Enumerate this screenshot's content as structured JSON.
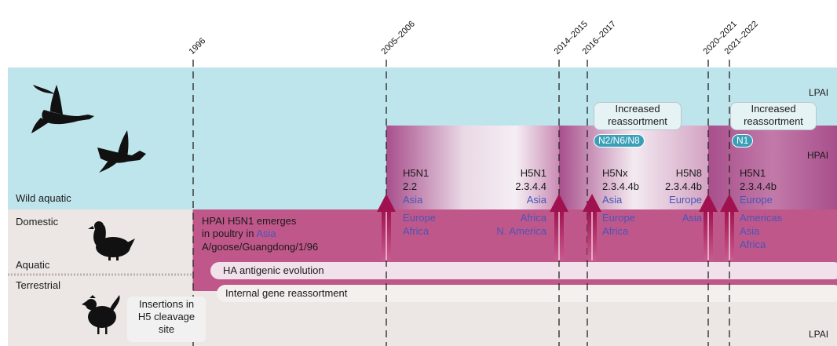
{
  "years": [
    "1996",
    "2005–2006",
    "2014–2015",
    "2016–2017",
    "2020–2021",
    "2021–2022"
  ],
  "zones": {
    "wild": "Wild aquatic",
    "domestic": "Domestic",
    "aquatic": "Aquatic",
    "terrestrial": "Terrestrial",
    "lpai_top": "LPAI",
    "hpai": "HPAI",
    "lpai_bottom": "LPAI"
  },
  "emergence": {
    "line1": "HPAI H5N1 emerges",
    "line2_prefix": "in poultry in ",
    "line2_region": "Asia",
    "line3": "A/goose/Guangdong/1/96"
  },
  "bands": {
    "ha": "HA antigenic evolution",
    "internal": "Internal gene reassortment"
  },
  "insertions": [
    "Insertions in",
    "H5 cleavage",
    "site"
  ],
  "reassortment": [
    {
      "line1": "Increased",
      "line2": "reassortment",
      "tag": "N2/N6/N8"
    },
    {
      "line1": "Increased",
      "line2": "reassortment",
      "tag": "N1"
    }
  ],
  "clades": {
    "c1": {
      "subtype": "H5N1",
      "clade": "2.2",
      "regions": [
        "Asia",
        "Europe",
        "Africa"
      ]
    },
    "c2": {
      "subtype": "H5N1",
      "clade": "2.3.4.4",
      "regions": [
        "Asia",
        "Africa",
        "N. America"
      ]
    },
    "c3": {
      "subtype": "H5Nx",
      "clade": "2.3.4.4b",
      "regions": [
        "Asia",
        "Europe",
        "Africa"
      ]
    },
    "c4": {
      "subtype": "H5N8",
      "clade": "2.3.4.4b",
      "regions": [
        "Europe",
        "Asia"
      ]
    },
    "c5": {
      "subtype": "H5N1",
      "clade": "2.3.4.4b",
      "regions": [
        "Europe",
        "Americas",
        "Asia",
        "Africa"
      ]
    }
  },
  "colors": {
    "wild_bg": "#bfe5ec",
    "domestic_bg": "#ece7e4",
    "hpai": "#a84f8c",
    "domestic_band": "#c0578a",
    "arrow": "#a0124f",
    "region_text": "#4a55b8"
  },
  "icons": [
    "flying-goose-icon",
    "flying-duck-icon",
    "duck-icon",
    "chicken-icon",
    "up-arrow-icon"
  ]
}
